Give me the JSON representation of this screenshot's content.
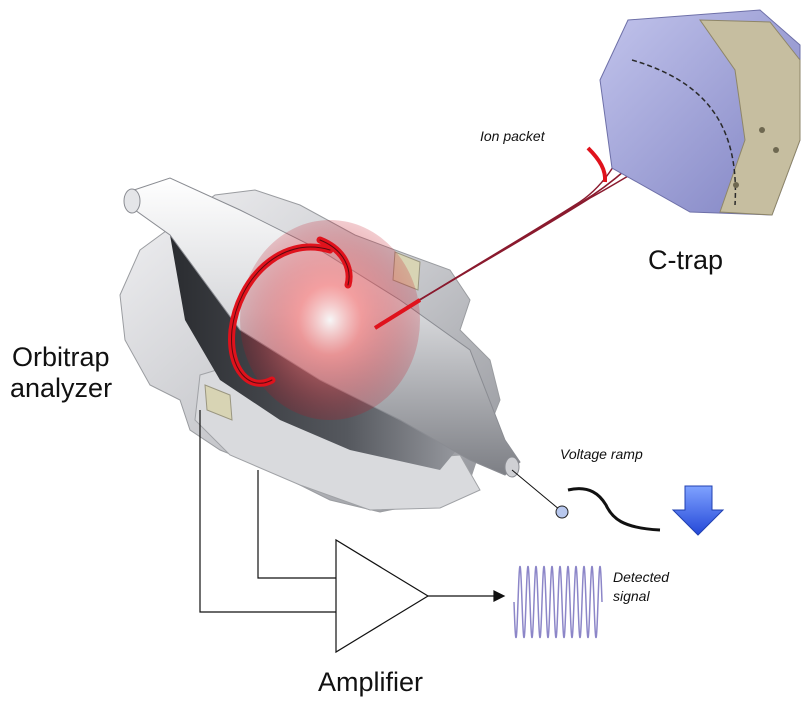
{
  "labels": {
    "ion_packet": "Ion packet",
    "c_trap": "C-trap",
    "orbitrap_line1": "Orbitrap",
    "orbitrap_line2": "analyzer",
    "voltage_ramp": "Voltage ramp",
    "detected_line1": "Detected",
    "detected_line2": "signal",
    "amplifier": "Amplifier"
  },
  "colors": {
    "ion_path": "#8a1a2e",
    "ion_ring": "#e0121c",
    "arrow": "#2f5fe0",
    "signal_wave": "#8c86c8",
    "metal_light": "#e8e8ea",
    "metal_dark": "#3a3c40",
    "ctrap_face": "#9ea0d8",
    "ctrap_side": "#b8b094"
  },
  "icons": [
    "down-arrow-icon",
    "voltage-ramp-curve",
    "amplifier-triangle"
  ]
}
